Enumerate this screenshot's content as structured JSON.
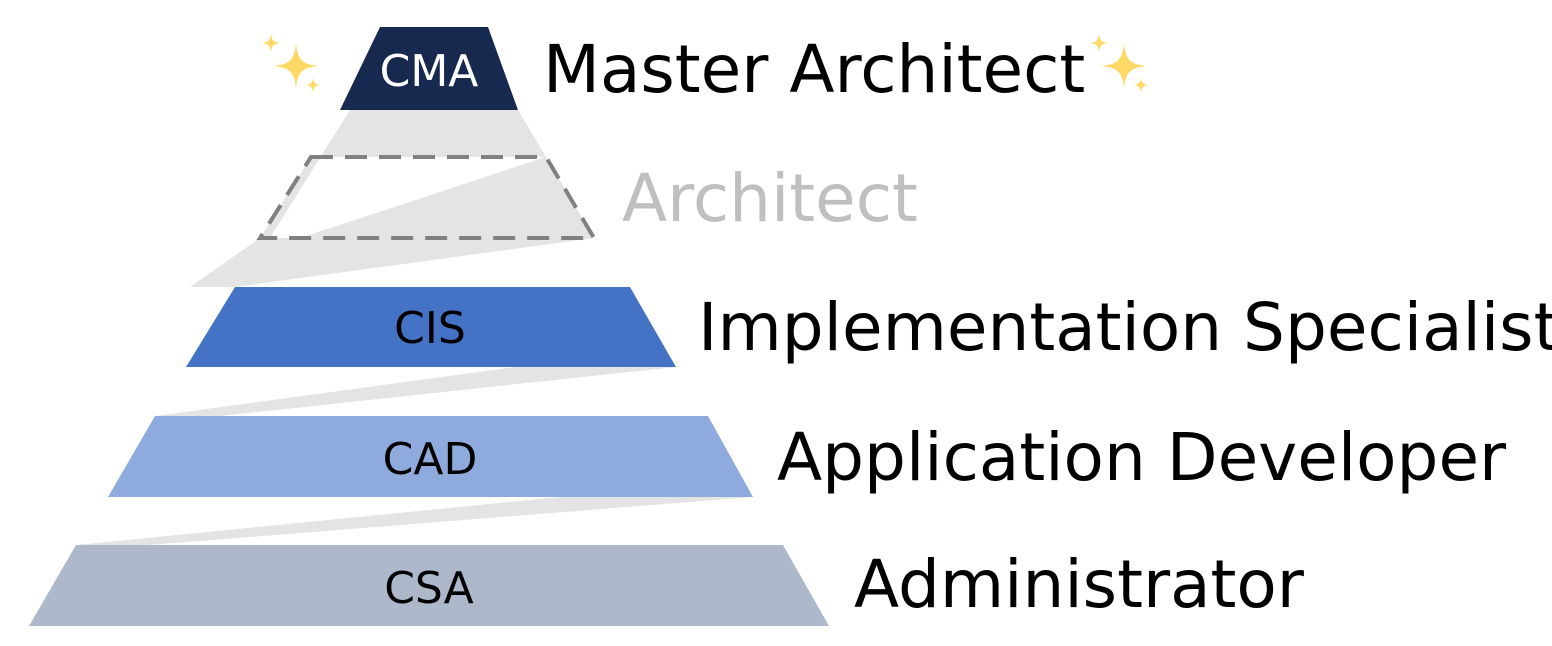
{
  "diagram": {
    "tiers": [
      {
        "id": "cma",
        "code": "CMA",
        "title": "Master Architect",
        "fill": "#17294f",
        "code_color": "#ffffff",
        "title_color": "#000000",
        "style": "solid",
        "sparkles": true
      },
      {
        "id": "architect",
        "code": "",
        "title": "Architect",
        "fill": "none",
        "code_color": "#000000",
        "title_color": "#bfbfbf",
        "style": "dashed",
        "sparkles": false
      },
      {
        "id": "cis",
        "code": "CIS",
        "title": "Implementation Specialist",
        "fill": "#4472c4",
        "code_color": "#000000",
        "title_color": "#000000",
        "style": "solid",
        "sparkles": false
      },
      {
        "id": "cad",
        "code": "CAD",
        "title": "Application Developer",
        "fill": "#8faadc",
        "code_color": "#000000",
        "title_color": "#000000",
        "style": "solid",
        "sparkles": false
      },
      {
        "id": "csa",
        "code": "CSA",
        "title": "Administrator",
        "fill": "#adb9ca",
        "code_color": "#000000",
        "title_color": "#000000",
        "style": "solid",
        "sparkles": false
      }
    ],
    "colors": {
      "connector": "#e4e4e4",
      "dashed_outline": "#808080",
      "sparkle": "#ffd966",
      "sparkle_light": "#fff2cc"
    },
    "icons": {
      "sparkle_left": "sparkles-icon",
      "sparkle_right": "sparkles-icon"
    }
  }
}
